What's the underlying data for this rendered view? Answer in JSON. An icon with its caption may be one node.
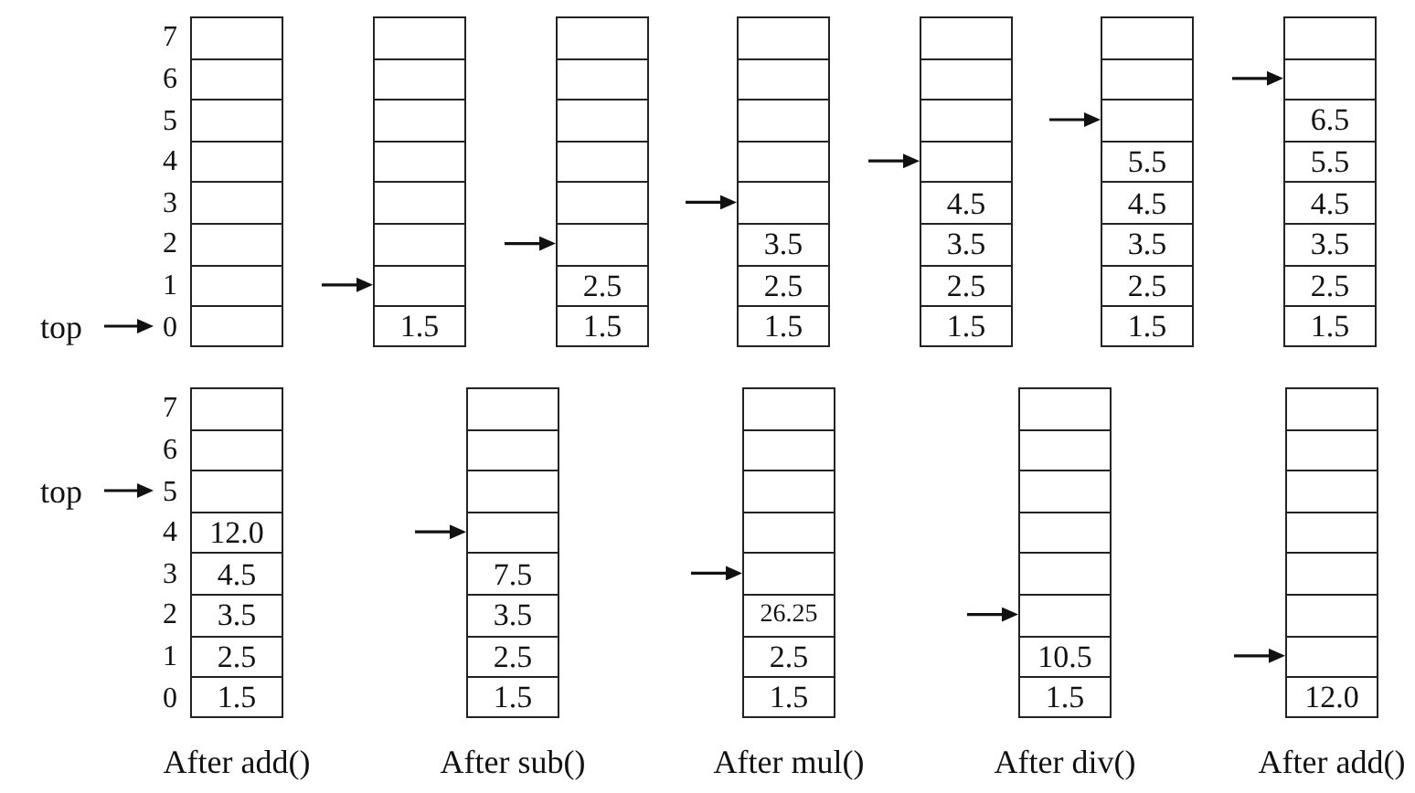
{
  "diagram": {
    "nodes": [
      {
        "text": [
          "top"
        ]
      },
      {
        "text": [],
        "shape": "box"
      },
      {
        "text": [],
        "shape": "box",
        "in": 1
      },
      {
        "text": [],
        "shape": "box",
        "in": 1
      },
      {
        "text": [],
        "shape": "box",
        "in": 1
      },
      {
        "text": [],
        "shape": "box",
        "in": 1
      },
      {
        "text": [],
        "shape": "box",
        "in": 1
      },
      {
        "text": [],
        "shape": "box",
        "in": 1
      },
      {
        "text": [],
        "shape": "box",
        "in": 1
      },
      {
        "text": [],
        "shape": "box",
        "in": 1
      },
      {
        "text": [],
        "shape": "box"
      },
      {
        "text": [],
        "shape": "box",
        "in": 10
      },
      {
        "text": [],
        "shape": "box",
        "in": 10
      },
      {
        "text": [],
        "shape": "box",
        "in": 10
      },
      {
        "text": [],
        "shape": "box",
        "in": 10
      },
      {
        "text": [],
        "shape": "box",
        "in": 10
      },
      {
        "text": [],
        "shape": "box",
        "in": 10
      },
      {
        "text": [],
        "shape": "box",
        "in": 10
      },
      {
        "text": [
          "1.5"
        ],
        "in": 10
      },
      {
        "text": [],
        "shape": "box"
      },
      {
        "text": [],
        "shape": "box",
        "in": 19
      },
      {
        "text": [],
        "shape": "box",
        "in": 19
      },
      {
        "text": [],
        "shape": "box",
        "in": 19
      },
      {
        "text": [],
        "shape": "box",
        "in": 19
      },
      {
        "text": [],
        "shape": "box",
        "in": 19
      },
      {
        "text": [],
        "shape": "box",
        "in": 19
      },
      {
        "text": [
          "2.5"
        ],
        "in": 19
      },
      {
        "text": [
          "1.5"
        ],
        "in": 19
      },
      {
        "text": [],
        "shape": "box"
      },
      {
        "text": [],
        "shape": "box",
        "in": 28
      },
      {
        "text": [],
        "shape": "box",
        "in": 28
      },
      {
        "text": [],
        "shape": "box",
        "in": 28
      },
      {
        "text": [],
        "shape": "box",
        "in": 28
      },
      {
        "text": [],
        "shape": "box",
        "in": 28
      },
      {
        "text": [
          "3.5"
        ],
        "in": 28
      },
      {
        "text": [
          "2.5"
        ],
        "in": 28
      },
      {
        "text": [
          "1.5"
        ],
        "in": 28
      },
      {
        "text": [],
        "shape": "box"
      },
      {
        "text": [],
        "shape": "box",
        "in": 37
      },
      {
        "text": [],
        "shape": "box",
        "in": 37
      },
      {
        "text": [],
        "shape": "box",
        "in": 37
      },
      {
        "text": [],
        "shape": "box",
        "in": 37
      },
      {
        "text": [
          "4.5"
        ],
        "in": 37
      },
      {
        "text": [
          "3.5"
        ],
        "in": 37
      },
      {
        "text": [
          "2.5"
        ],
        "in": 37
      },
      {
        "text": [
          "1.5"
        ],
        "in": 37
      },
      {
        "text": [],
        "shape": "box"
      },
      {
        "text": [],
        "shape": "box",
        "in": 46
      },
      {
        "text": [],
        "shape": "box",
        "in": 46
      },
      {
        "text": [],
        "shape": "box",
        "in": 46
      },
      {
        "text": [
          "5.5"
        ],
        "in": 46
      },
      {
        "text": [
          "4.5"
        ],
        "in": 46
      },
      {
        "text": [
          "3.5"
        ],
        "in": 46
      },
      {
        "text": [
          "2.5"
        ],
        "in": 46
      },
      {
        "text": [
          "1.5"
        ],
        "in": 46
      },
      {
        "text": [],
        "shape": "box"
      },
      {
        "text": [],
        "shape": "box",
        "in": 55
      },
      {
        "text": [],
        "shape": "box",
        "in": 55
      },
      {
        "text": [
          "6.5"
        ],
        "in": 55
      },
      {
        "text": [
          "5.5"
        ],
        "in": 55
      },
      {
        "text": [
          "4.5"
        ],
        "in": 55
      },
      {
        "text": [
          "3.5"
        ],
        "in": 55
      },
      {
        "text": [
          "2.5"
        ],
        "in": 55
      },
      {
        "text": [
          "1.5"
        ],
        "in": 55
      },
      {
        "text": [
          "top"
        ]
      },
      {
        "text": [],
        "shape": "box",
        "beside": [
          "After add()"
        ]
      },
      {
        "text": [],
        "shape": "box",
        "in": 65
      },
      {
        "text": [],
        "shape": "box",
        "in": 65
      },
      {
        "text": [],
        "shape": "box",
        "in": 65
      },
      {
        "text": [
          "12.0"
        ],
        "in": 65
      },
      {
        "text": [
          "4.5"
        ],
        "in": 65
      },
      {
        "text": [
          "3.5"
        ],
        "in": 65
      },
      {
        "text": [
          "2.5"
        ],
        "in": 65
      },
      {
        "text": [
          "1.5"
        ],
        "in": 65
      },
      {
        "text": [],
        "shape": "box",
        "beside": [
          "After sub()"
        ]
      },
      {
        "text": [],
        "shape": "box",
        "in": 74
      },
      {
        "text": [],
        "shape": "box",
        "in": 74
      },
      {
        "text": [],
        "shape": "box",
        "in": 74
      },
      {
        "text": [],
        "shape": "box",
        "in": 74
      },
      {
        "text": [
          "7.5"
        ],
        "in": 74
      },
      {
        "text": [
          "3.5"
        ],
        "in": 74
      },
      {
        "text": [
          "2.5"
        ],
        "in": 74
      },
      {
        "text": [
          "1.5"
        ],
        "in": 74
      },
      {
        "text": [],
        "shape": "box",
        "beside": [
          "After mul()"
        ]
      },
      {
        "text": [],
        "shape": "box",
        "in": 83
      },
      {
        "text": [],
        "shape": "box",
        "in": 83
      },
      {
        "text": [],
        "shape": "box",
        "in": 83
      },
      {
        "text": [],
        "shape": "box",
        "in": 83
      },
      {
        "text": [],
        "shape": "box",
        "in": 83
      },
      {
        "text": [
          "26.25"
        ],
        "in": 83
      },
      {
        "text": [
          "2.5"
        ],
        "in": 83
      },
      {
        "text": [
          "1.5"
        ],
        "in": 83
      },
      {
        "text": [],
        "shape": "box",
        "beside": [
          "After div()"
        ]
      },
      {
        "text": [],
        "shape": "box",
        "in": 92
      },
      {
        "text": [],
        "shape": "box",
        "in": 92
      },
      {
        "text": [],
        "shape": "box",
        "in": 92
      },
      {
        "text": [],
        "shape": "box",
        "in": 92
      },
      {
        "text": [],
        "shape": "box",
        "in": 92
      },
      {
        "text": [],
        "shape": "box",
        "in": 92
      },
      {
        "text": [
          "10.5"
        ],
        "in": 92
      },
      {
        "text": [
          "1.5"
        ],
        "in": 92
      },
      {
        "text": [],
        "shape": "box",
        "beside": [
          "After add()"
        ]
      },
      {
        "text": [],
        "shape": "box",
        "in": 101
      },
      {
        "text": [],
        "shape": "box",
        "in": 101
      },
      {
        "text": [],
        "shape": "box",
        "in": 101
      },
      {
        "text": [],
        "shape": "box",
        "in": 101
      },
      {
        "text": [],
        "shape": "box",
        "in": 101
      },
      {
        "text": [],
        "shape": "box",
        "in": 101
      },
      {
        "text": [],
        "shape": "box",
        "in": 101
      },
      {
        "text": [
          "12.0"
        ],
        "in": 101
      },
      {
        "text": [
          "0"
        ]
      },
      {
        "text": [
          "5"
        ]
      }
    ],
    "edges": [
      {
        "from": 0,
        "to": 110,
        "arrow": "to"
      },
      {
        "from": null,
        "to": 17,
        "arrow": "to"
      },
      {
        "from": null,
        "to": 25,
        "arrow": "to"
      },
      {
        "from": null,
        "to": 33,
        "arrow": "to"
      },
      {
        "from": null,
        "to": 41,
        "arrow": "to"
      },
      {
        "from": null,
        "to": 49,
        "arrow": "to"
      },
      {
        "from": null,
        "to": 57,
        "arrow": "to"
      },
      {
        "from": 64,
        "to": 111,
        "arrow": "to"
      },
      {
        "from": null,
        "to": 78,
        "arrow": "to"
      },
      {
        "from": null,
        "to": 88,
        "arrow": "to"
      },
      {
        "from": null,
        "to": 98,
        "arrow": "to"
      },
      {
        "from": null,
        "to": 108,
        "arrow": "to"
      }
    ],
    "labels": [
      "7",
      "6",
      "5",
      "4",
      "3",
      "2",
      "1",
      "7",
      "6",
      "4",
      "3",
      "2",
      "1",
      "0"
    ]
  }
}
